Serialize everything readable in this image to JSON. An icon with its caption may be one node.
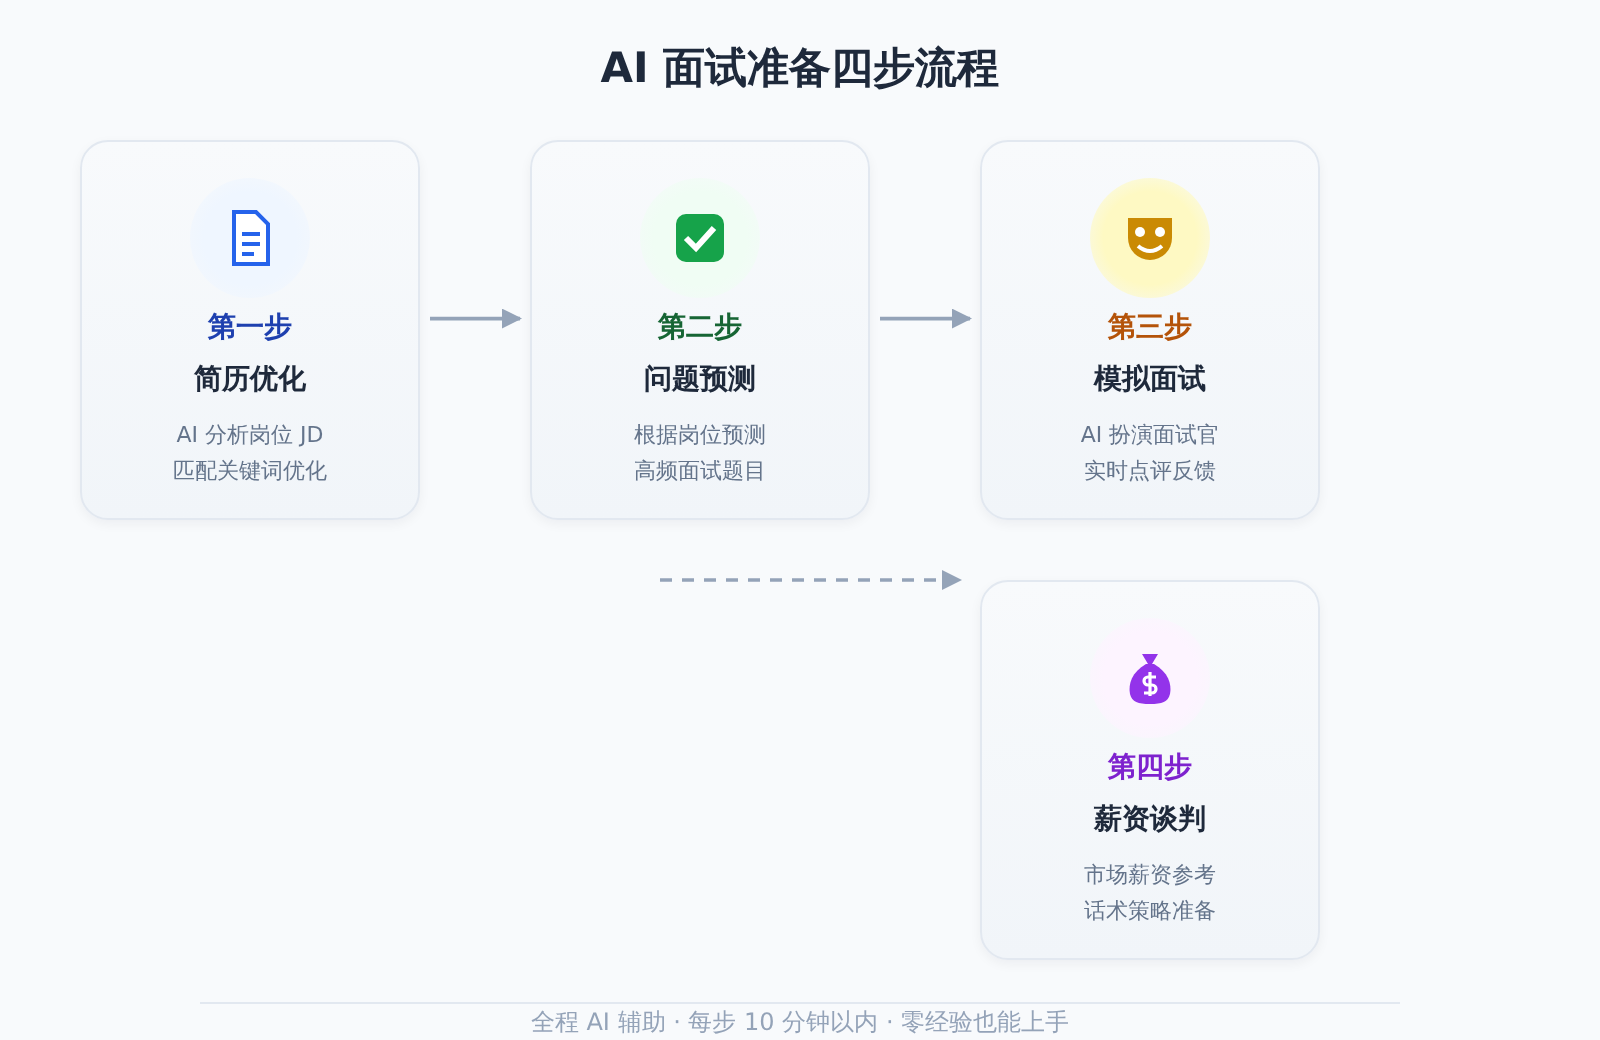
{
  "diagram": {
    "title": "AI 面试准备四步流程",
    "nodes": [
      {
        "text": [
          "第一步",
          "简历优化",
          "AI 分析岗位 JD匹配关键词优化"
        ]
      },
      {
        "text": [
          "第二步",
          "问题预测",
          "根据岗位预测高频面试题目"
        ]
      },
      {
        "text": [
          "第三步",
          "模拟面试",
          "AI 扮演面试官实时点评反馈"
        ]
      },
      {
        "text": [
          "第四步",
          "薪资谈判",
          "市场薪资参考话术策略准备"
        ]
      }
    ],
    "edges": [
      {
        "from": 0,
        "to": 1,
        "arrow": "to"
      },
      {
        "from": 1,
        "to": 2,
        "arrow": "to"
      },
      {
        "from": null,
        "to": 3,
        "arrow": "to",
        "style": "dashed"
      }
    ],
    "labels": [
      "全程 AI 辅助 · 每步 10 分钟以内 · 零经验也能上手"
    ]
  }
}
